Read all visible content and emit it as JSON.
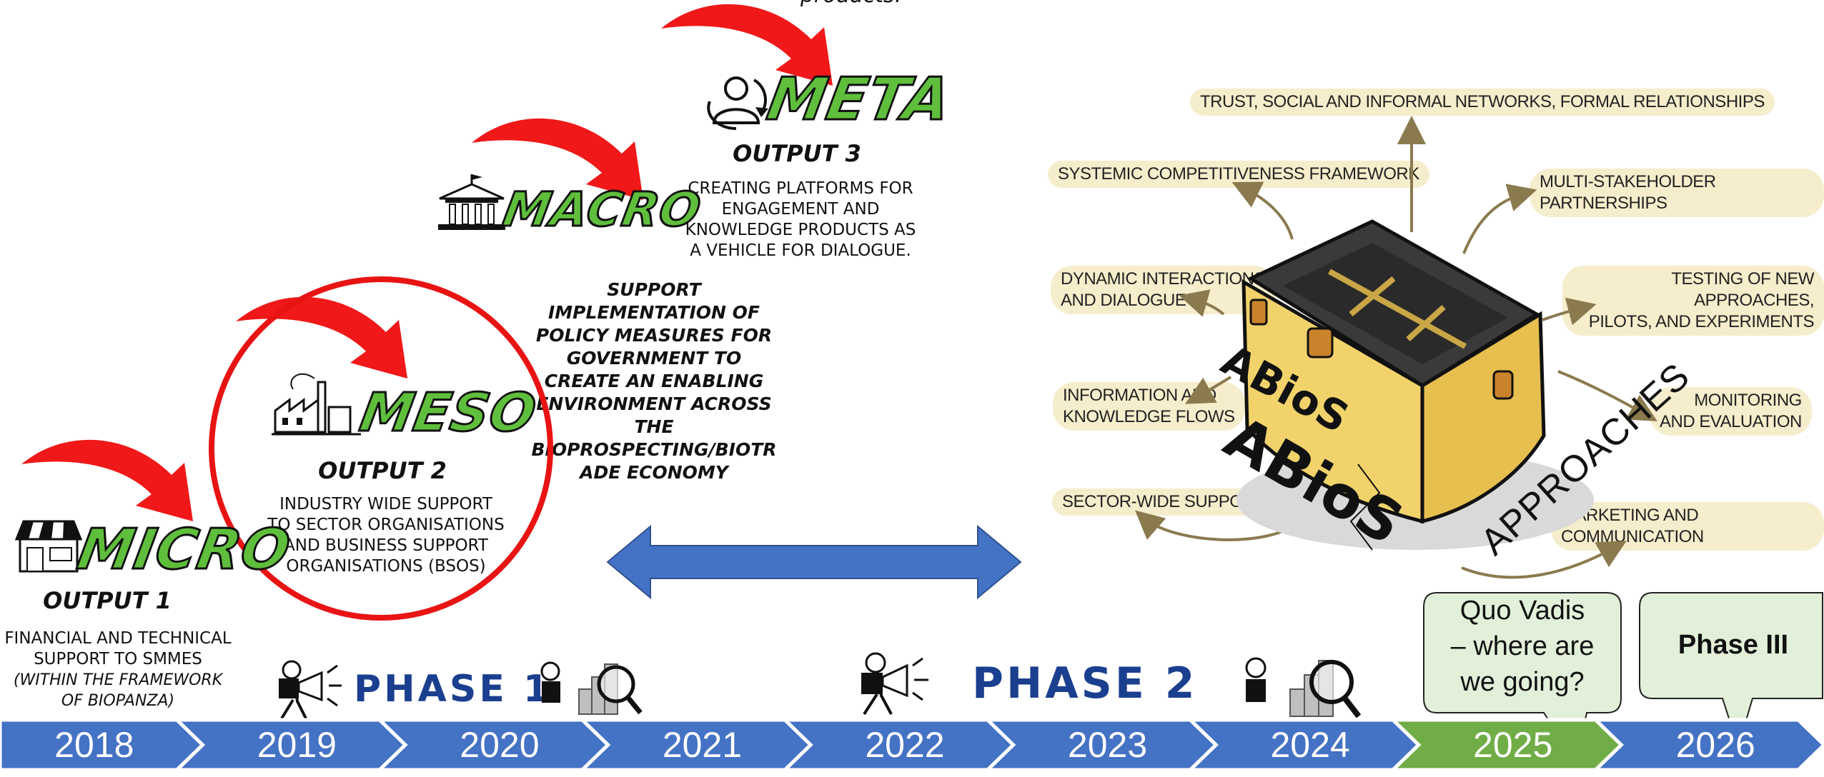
{
  "top_fragment": "products.",
  "levels": {
    "meta": {
      "title": "META",
      "output": "OUTPUT 3",
      "lines": [
        "CREATING PLATFORMS FOR",
        "ENGAGEMENT AND",
        "KNOWLEDGE PRODUCTS AS",
        "A VEHICLE FOR DIALOGUE."
      ]
    },
    "macro": {
      "title": "MACRO",
      "policy_lines": [
        "SUPPORT",
        "IMPLEMENTATION OF",
        "POLICY MEASURES FOR",
        "GOVERNMENT TO",
        "CREATE AN ENABLING",
        "ENVIRONMENT ACROSS",
        "THE",
        "BIOPROSPECTING/BIOTR",
        "ADE ECONOMY"
      ]
    },
    "meso": {
      "title": "MESO",
      "output": "OUTPUT 2",
      "lines": [
        "INDUSTRY WIDE SUPPORT",
        "TO SECTOR ORGANISATIONS",
        "AND BUSINESS SUPPORT",
        "ORGANISATIONS (BSOS)"
      ]
    },
    "micro": {
      "title": "MICRO",
      "output": "OUTPUT 1",
      "lines": [
        "FINANCIAL AND TECHNICAL",
        "SUPPORT TO SMMES"
      ],
      "italic_lines": [
        "(WITHIN THE FRAMEWORK",
        "OF BIOPANZA)"
      ]
    }
  },
  "abios": {
    "box_label": "ABioS",
    "big_label": "ABioS",
    "approaches_label": "APPROACHES",
    "approaches": {
      "trust": "TRUST, SOCIAL AND INFORMAL NETWORKS, FORMAL RELATIONSHIPS",
      "systemic": "SYSTEMIC COMPETITIVENESS FRAMEWORK",
      "multi": "MULTI-STAKEHOLDER PARTNERSHIPS",
      "dynamic": [
        "DYNAMIC INTERACTIONS",
        "AND DIALOGUE"
      ],
      "testing": [
        "TESTING OF NEW APPROACHES,",
        "PILOTS, AND EXPERIMENTS"
      ],
      "info": [
        "INFORMATION AND",
        "KNOWLEDGE FLOWS"
      ],
      "monitoring": [
        "MONITORING",
        "AND EVALUATION"
      ],
      "sector": "SECTOR-WIDE SUPPORT",
      "marketing": "MARKETING AND COMMUNICATION"
    }
  },
  "phases": {
    "phase1": "PHASE 1",
    "phase2": "PHASE 2"
  },
  "bubbles": {
    "quo_vadis": [
      "Quo Vadis",
      "– where are",
      "we going?"
    ],
    "phase3": "Phase III"
  },
  "timeline": [
    "2018",
    "2019",
    "2020",
    "2021",
    "2022",
    "2023",
    "2024",
    "2025",
    "2026"
  ],
  "colors": {
    "timeline_blue": "#4472c4",
    "timeline_green": "#70ad47",
    "arrow_red": "#f01818",
    "title_green": "#5fbf3c",
    "bubble_fill": "#e2f0d9",
    "approach_bg": "#f6edcc",
    "phase_text": "#1b3f8f",
    "double_arrow": "#4472c4",
    "box_yellow": "#f2d36b"
  }
}
